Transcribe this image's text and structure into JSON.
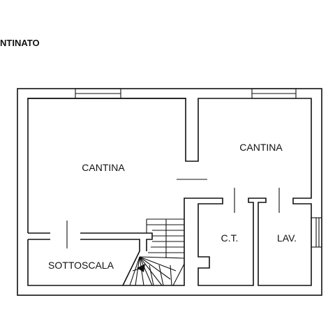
{
  "title": "NTINATO",
  "rooms": [
    {
      "id": "cantina-left",
      "label": "CANTINA"
    },
    {
      "id": "cantina-right",
      "label": "CANTINA"
    },
    {
      "id": "ct",
      "label": "C.T."
    },
    {
      "id": "lav",
      "label": "LAV."
    },
    {
      "id": "sottoscala",
      "label": "SOTTOSCALA"
    }
  ]
}
